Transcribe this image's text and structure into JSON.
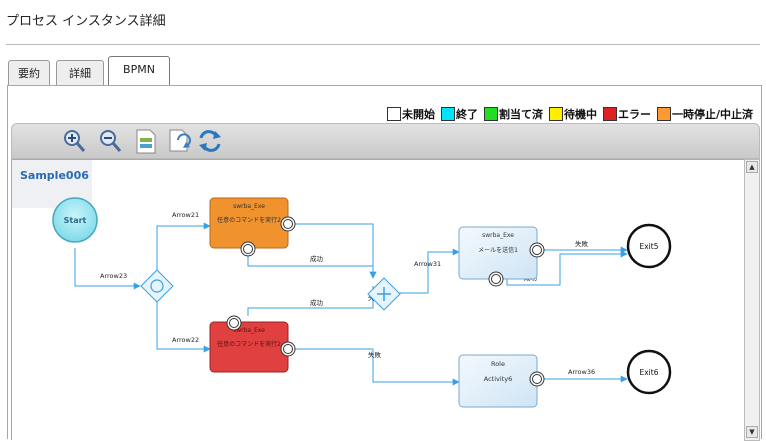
{
  "page_title": "プロセス インスタンス詳細",
  "tabs": [
    {
      "label": "要約"
    },
    {
      "label": "詳細"
    },
    {
      "label": "BPMN"
    }
  ],
  "legend": [
    {
      "label": "未開始",
      "color": "#ffffff"
    },
    {
      "label": "終了",
      "color": "#00e5ff"
    },
    {
      "label": "割当て済",
      "color": "#22dd22"
    },
    {
      "label": "待機中",
      "color": "#ffee00"
    },
    {
      "label": "エラー",
      "color": "#dd2222"
    },
    {
      "label": "一時停止/中止済",
      "color": "#ff9933"
    }
  ],
  "toolbar": [
    "zoom-in-icon",
    "zoom-out-icon",
    "export-icon",
    "refresh-icon",
    "sync-icon"
  ],
  "diagram": {
    "pool_label": "Sample006",
    "start_label": "Start",
    "task_top": {
      "title": "swrba_Exe",
      "body": "任意のコマンドを実行2"
    },
    "task_bottom": {
      "title": "swrba_Exe",
      "body": "任意のコマンドを実行2"
    },
    "task_mail": {
      "title": "swrba_Exe",
      "body": "メールを送信1"
    },
    "task_role": {
      "title": "Role",
      "body": "Activity6"
    },
    "exit5": "Exit5",
    "exit6": "Exit6",
    "arrow21": "Arrow21",
    "arrow22": "Arrow22",
    "arrow23": "Arrow23",
    "arrow31": "Arrow31",
    "arrow36": "Arrow36",
    "success_1": "成功",
    "success_2": "成功",
    "success_3": "成功",
    "fail_1": "失敗",
    "fail_2": "失敗",
    "fail_3": "失敗"
  },
  "colors": {
    "start_fill": "#9ee8f2",
    "task_orange": "#f0922e",
    "task_red": "#e04040",
    "task_pending": "#e4f0fa",
    "link": "#3aa0e6"
  }
}
